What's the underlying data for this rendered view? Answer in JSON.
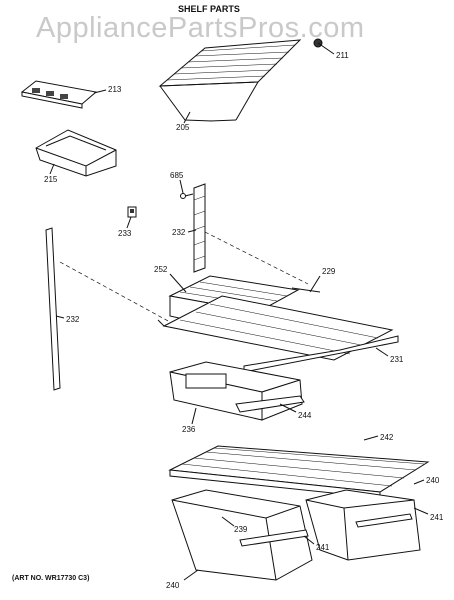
{
  "watermark": "AppliancePartsPros.com",
  "title": "SHELF PARTS",
  "art_number": "(ART NO. WR17730 C3)",
  "callouts": {
    "c211": "211",
    "c213": "213",
    "c205": "205",
    "c215": "215",
    "c685": "685",
    "c233": "233",
    "c232a": "232",
    "c232b": "232",
    "c252": "252",
    "c229": "229",
    "c231": "231",
    "c244": "244",
    "c236": "236",
    "c242": "242",
    "c240a": "240",
    "c241a": "241",
    "c239": "239",
    "c241b": "241",
    "c240b": "240"
  }
}
